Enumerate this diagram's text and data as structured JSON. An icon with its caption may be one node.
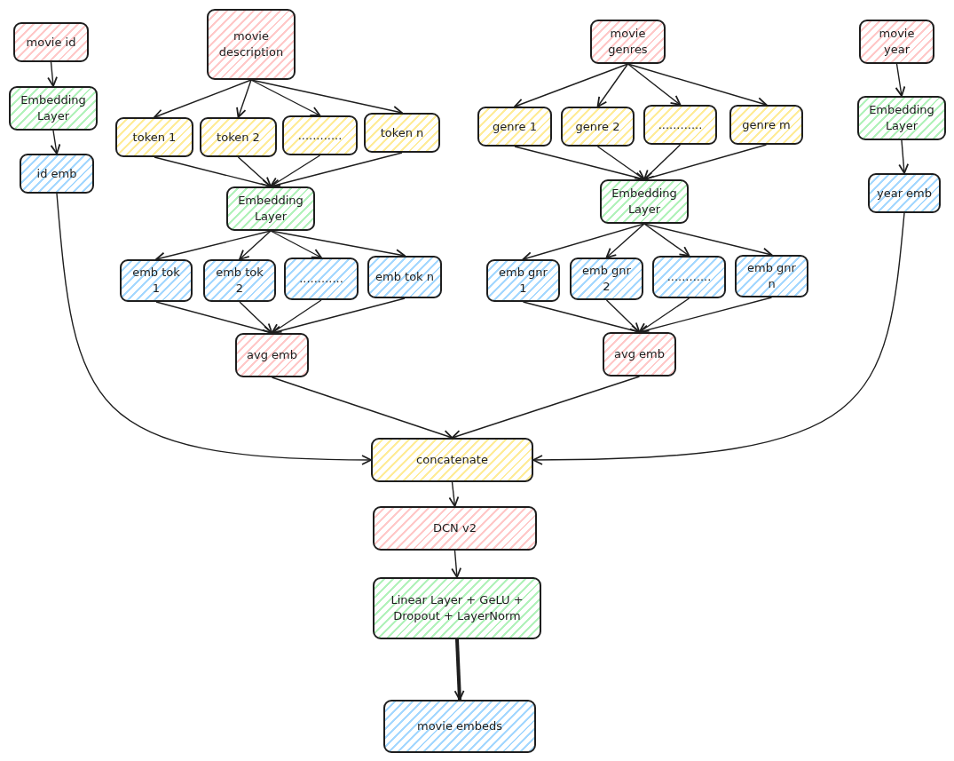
{
  "diagram": {
    "nodes": [
      {
        "text": [
          "movie id"
        ]
      },
      {
        "text": [
          "movie description"
        ]
      },
      {
        "text": [
          "movie genres"
        ]
      },
      {
        "text": [
          "movie year"
        ]
      },
      {
        "text": [
          "Embedding Layer"
        ]
      },
      {
        "text": [
          "token 1"
        ]
      },
      {
        "text": [
          "token 2"
        ]
      },
      {
        "text": [
          "............"
        ]
      },
      {
        "text": [
          "token n"
        ]
      },
      {
        "text": [
          "genre 1"
        ]
      },
      {
        "text": [
          "genre 2"
        ]
      },
      {
        "text": [
          "............"
        ]
      },
      {
        "text": [
          "genre m"
        ]
      },
      {
        "text": [
          "Embedding Layer"
        ]
      },
      {
        "text": [
          "id emb"
        ]
      },
      {
        "text": [
          "Embedding Layer"
        ]
      },
      {
        "text": [
          "Embedding Layer"
        ]
      },
      {
        "text": [
          "year emb"
        ]
      },
      {
        "text": [
          "emb tok 1"
        ]
      },
      {
        "text": [
          "emb tok 2"
        ]
      },
      {
        "text": [
          "............"
        ]
      },
      {
        "text": [
          "emb tok n"
        ]
      },
      {
        "text": [
          "emb gnr 1"
        ]
      },
      {
        "text": [
          "emb gnr 2"
        ]
      },
      {
        "text": [
          "............"
        ]
      },
      {
        "text": [
          "emb gnr n"
        ]
      },
      {
        "text": [
          "avg emb"
        ]
      },
      {
        "text": [
          "avg emb"
        ]
      },
      {
        "text": [
          "concatenate"
        ]
      },
      {
        "text": [
          "DCN v2"
        ]
      },
      {
        "text": [
          "Linear Layer + GeLU + Dropout + LayerNorm"
        ]
      },
      {
        "text": [
          "movie embeds"
        ]
      }
    ],
    "edges": [
      {
        "from": 0,
        "to": 4,
        "arrow": "to"
      },
      {
        "from": 4,
        "to": 14,
        "arrow": "to"
      },
      {
        "from": 1,
        "to": 5,
        "arrow": "to"
      },
      {
        "from": 1,
        "to": 6,
        "arrow": "to"
      },
      {
        "from": 1,
        "to": 7,
        "arrow": "to"
      },
      {
        "from": 1,
        "to": 8,
        "arrow": "to"
      },
      {
        "from": 5,
        "to": 15,
        "arrow": "to"
      },
      {
        "from": 6,
        "to": 15,
        "arrow": "to"
      },
      {
        "from": 7,
        "to": 15,
        "arrow": "to"
      },
      {
        "from": 8,
        "to": 15,
        "arrow": "to"
      },
      {
        "from": 15,
        "to": 18,
        "arrow": "to"
      },
      {
        "from": 15,
        "to": 19,
        "arrow": "to"
      },
      {
        "from": 15,
        "to": 20,
        "arrow": "to"
      },
      {
        "from": 15,
        "to": 21,
        "arrow": "to"
      },
      {
        "from": 18,
        "to": 26,
        "arrow": "to"
      },
      {
        "from": 19,
        "to": 26,
        "arrow": "to"
      },
      {
        "from": 20,
        "to": 26,
        "arrow": "to"
      },
      {
        "from": 21,
        "to": 26,
        "arrow": "to"
      },
      {
        "from": 2,
        "to": 9,
        "arrow": "to"
      },
      {
        "from": 2,
        "to": 10,
        "arrow": "to"
      },
      {
        "from": 2,
        "to": 11,
        "arrow": "to"
      },
      {
        "from": 2,
        "to": 12,
        "arrow": "to"
      },
      {
        "from": 9,
        "to": 16,
        "arrow": "to"
      },
      {
        "from": 10,
        "to": 16,
        "arrow": "to"
      },
      {
        "from": 11,
        "to": 16,
        "arrow": "to"
      },
      {
        "from": 12,
        "to": 16,
        "arrow": "to"
      },
      {
        "from": 16,
        "to": 22,
        "arrow": "to"
      },
      {
        "from": 16,
        "to": 23,
        "arrow": "to"
      },
      {
        "from": 16,
        "to": 24,
        "arrow": "to"
      },
      {
        "from": 16,
        "to": 25,
        "arrow": "to"
      },
      {
        "from": 22,
        "to": 27,
        "arrow": "to"
      },
      {
        "from": 23,
        "to": 27,
        "arrow": "to"
      },
      {
        "from": 24,
        "to": 27,
        "arrow": "to"
      },
      {
        "from": 25,
        "to": 27,
        "arrow": "to"
      },
      {
        "from": 3,
        "to": 13,
        "arrow": "to"
      },
      {
        "from": 13,
        "to": 17,
        "arrow": "to"
      },
      {
        "from": 14,
        "to": 28,
        "arrow": "to"
      },
      {
        "from": 26,
        "to": 28,
        "arrow": "to"
      },
      {
        "from": 27,
        "to": 28,
        "arrow": "to"
      },
      {
        "from": 17,
        "to": 28,
        "arrow": "to"
      },
      {
        "from": 28,
        "to": 29,
        "arrow": "to"
      },
      {
        "from": 29,
        "to": 30,
        "arrow": "to"
      },
      {
        "from": 30,
        "to": 31,
        "arrow": "to",
        "style": "thick"
      }
    ]
  }
}
